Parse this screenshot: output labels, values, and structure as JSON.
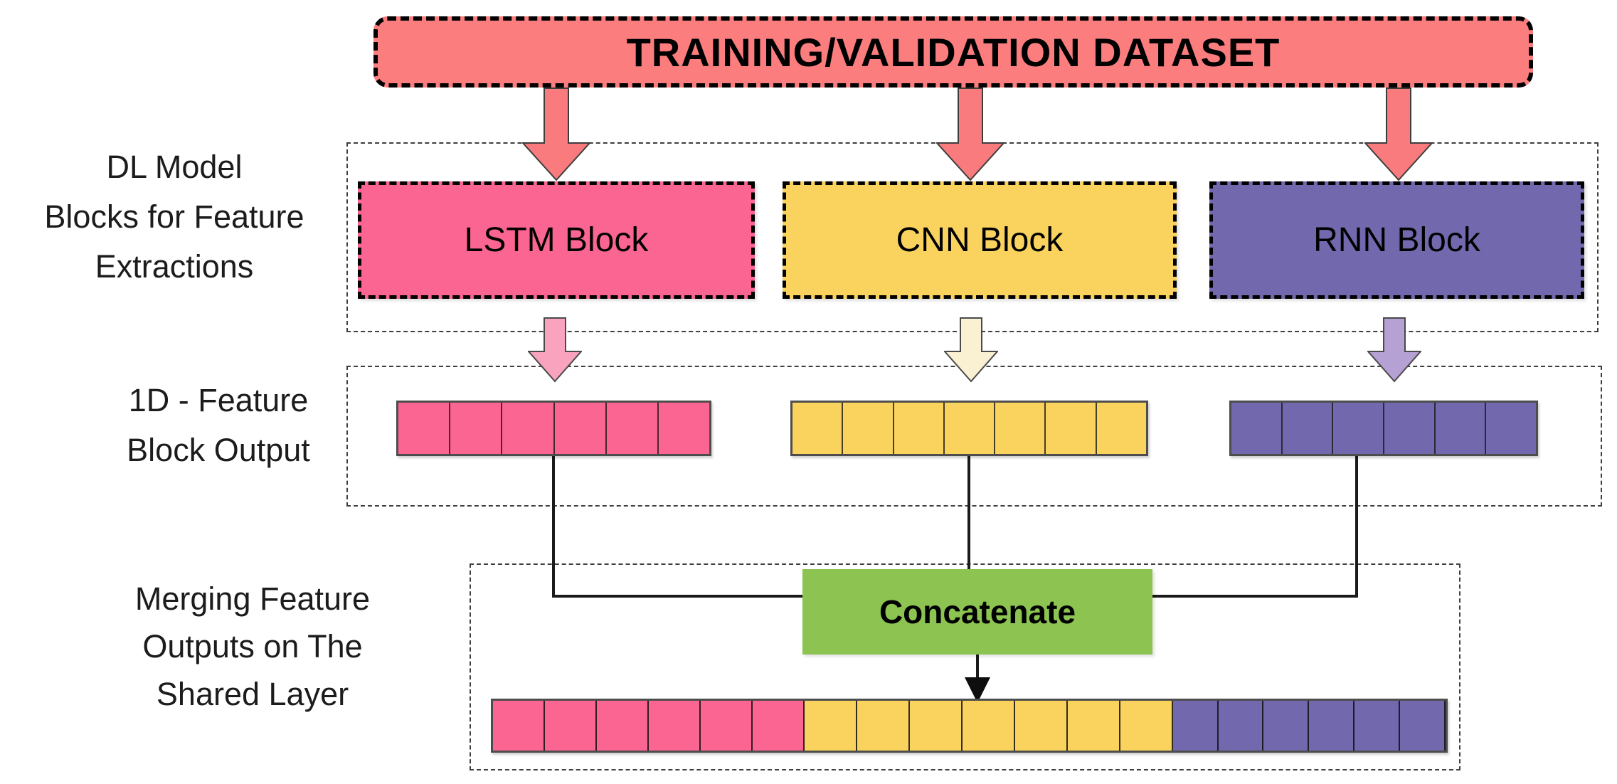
{
  "title": {
    "label": "TRAINING/VALIDATION DATASET",
    "fill": "#FB7D7E"
  },
  "dataset_arrow_fill": "#F97B7D",
  "side_labels": {
    "dl_model": {
      "lines": [
        "DL Model",
        "Blocks for Feature",
        "Extractions"
      ]
    },
    "feature_output": {
      "lines": [
        "1D - Feature",
        "Block Output"
      ]
    },
    "merging": {
      "lines": [
        "Merging Feature",
        "Outputs on The",
        "Shared Layer"
      ]
    }
  },
  "blocks": [
    {
      "id": "lstm",
      "label": "LSTM Block",
      "fill": "#FB6591",
      "output_arrow_fill": "#F9A3BE"
    },
    {
      "id": "cnn",
      "label": "CNN Block",
      "fill": "#FAD35F",
      "output_arrow_fill": "#FAF0D2"
    },
    {
      "id": "rnn",
      "label": "RNN Block",
      "fill": "#7268AD",
      "output_arrow_fill": "#B5A1D3"
    }
  ],
  "feature_bars": [
    {
      "id": "lstm",
      "segments": 6,
      "fill": "#FB6591"
    },
    {
      "id": "cnn",
      "segments": 7,
      "fill": "#FAD35F"
    },
    {
      "id": "rnn",
      "segments": 6,
      "fill": "#7268AD"
    }
  ],
  "concatenate": {
    "label": "Concatenate",
    "fill": "#8CC351"
  },
  "merged_bar": {
    "sections": [
      {
        "id": "lstm",
        "segments": 6,
        "fill": "#FB6591"
      },
      {
        "id": "cnn",
        "segments": 7,
        "fill": "#FAD35F"
      },
      {
        "id": "rnn",
        "segments": 6,
        "fill": "#7268AD"
      }
    ]
  }
}
